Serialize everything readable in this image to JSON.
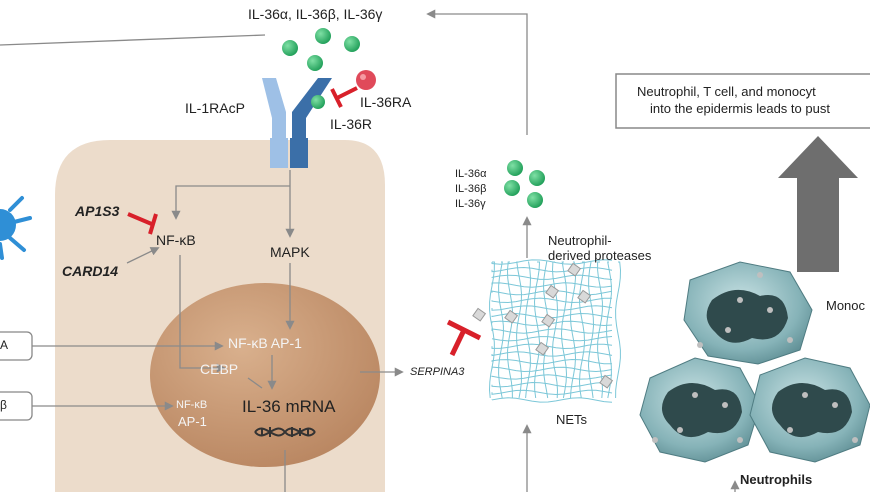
{
  "labels": {
    "cytokines_top": "IL-36α, IL-36β, IL-36γ",
    "il1racp": "IL-1RAcP",
    "il36r": "IL-36R",
    "il36ra": "IL-36RA",
    "ap1s3": "AP1S3",
    "nfkb_main": "NF-κB",
    "card14": "CARD14",
    "mapk": "MAPK",
    "nfkb_ap1_nucleus": "NF-κB AP-1",
    "cebp": "CEBP",
    "nfkb_small": "NF-κB",
    "ap1_small": "AP-1",
    "il36_mrna": "IL-36 mRNA",
    "serpina3": "SERPINA3",
    "il36a": "IL-36α",
    "il36b": "IL-36β",
    "il36g": "IL-36γ",
    "proteases_line1": "Neutrophil-",
    "proteases_line2": "derived proteases",
    "nets": "NETs",
    "info_line1": "Neutrophil, T cell, and monocyt",
    "info_line2": "into the epidermis leads to pust",
    "monocytes_cut": "Monoc",
    "neutrophils": "Neutrophils",
    "left_cut_1": "A",
    "left_cut_2": "β"
  },
  "colors": {
    "cell": "#ecdccb",
    "nucleus": "#c79b78",
    "receptor": "#3b6fa8",
    "receptor_light": "#9ec0e6",
    "cytokine": "#2db36a",
    "inhibitor": "#d8202a",
    "antagonist": "#e04a5a",
    "net": "#7cc7d8",
    "arrow": "#8a8a8a",
    "big_arrow": "#6e6e6e",
    "neutrophil_cell": "#7fb0b5",
    "neutrophil_nucleus": "#2f4a4c"
  }
}
